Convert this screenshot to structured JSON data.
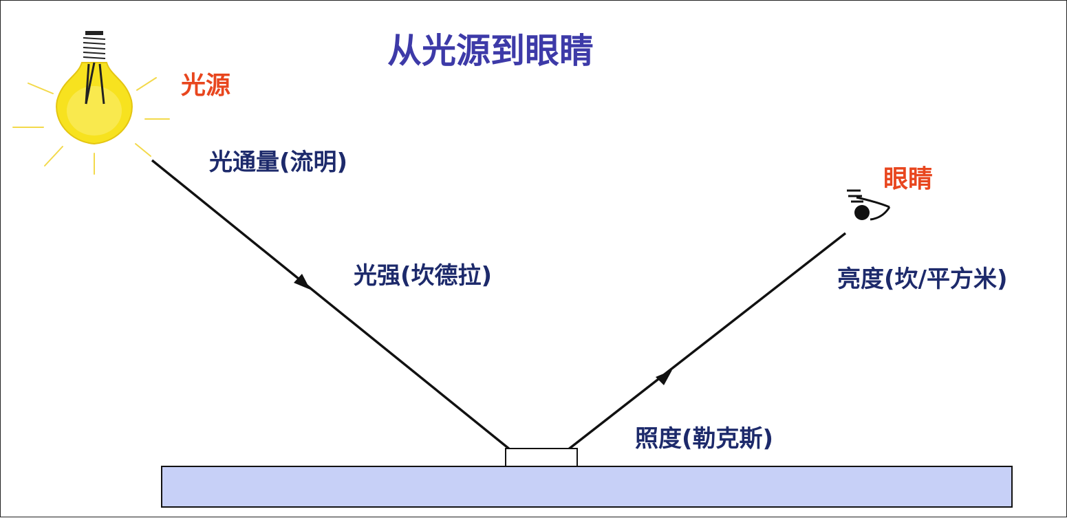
{
  "title": "从光源到眼睛",
  "labels": {
    "light_source": "光源",
    "eye": "眼睛",
    "luminous_flux": "光通量(流明)",
    "luminous_intensity": "光强(坎德拉)",
    "luminance": "亮度(坎/平方米)",
    "illuminance": "照度(勒克斯)"
  },
  "colors": {
    "title": "#3d3aa8",
    "red_label": "#e8461e",
    "quantity_label": "#1d2a6b",
    "surface": "#c7d0f7",
    "bulb": "#f7e21f",
    "ray": "#111111"
  },
  "icons": {
    "light_source": "lightbulb-icon",
    "eye": "eye-icon"
  }
}
